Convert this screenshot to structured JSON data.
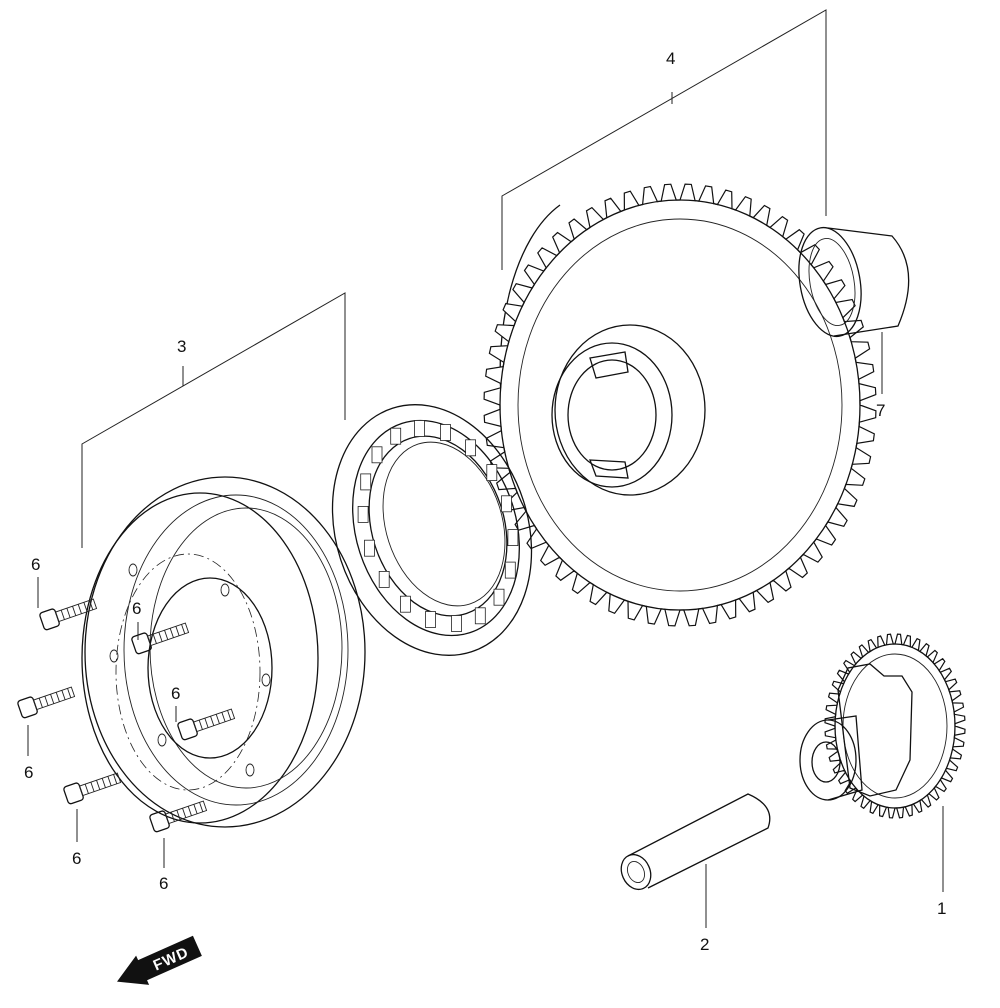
{
  "labels": {
    "part_1": "1",
    "part_2": "2",
    "part_3": "3",
    "part_4": "4",
    "part_6a": "6",
    "part_6b": "6",
    "part_6c": "6",
    "part_6d": "6",
    "part_6e": "6",
    "part_6f": "6",
    "part_7": "7"
  },
  "direction_arrow": "FWD",
  "colors": {
    "line": "#111111",
    "background": "#ffffff",
    "arrow_fill": "#111111"
  }
}
